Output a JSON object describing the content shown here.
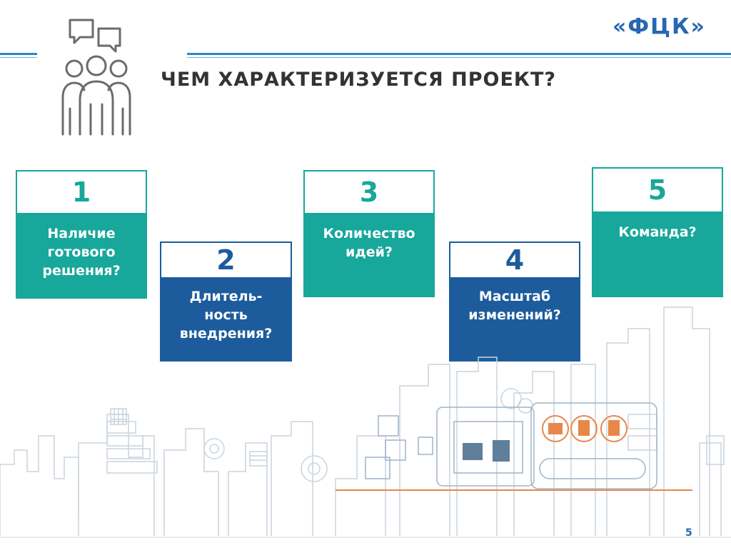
{
  "header": {
    "title": "ЧЕМ ХАРАКТЕРИЗУЕТСЯ ПРОЕКТ?",
    "logo_text_left": "«Ф",
    "logo_text_right": "ЦК»",
    "people_icon": "people-discussion-icon"
  },
  "cards": [
    {
      "number": "1",
      "text": "Наличие\nготового\nрешения?"
    },
    {
      "number": "2",
      "text": "Длитель-\nность\nвнедрения?"
    },
    {
      "number": "3",
      "text": "Количество\nидей?"
    },
    {
      "number": "4",
      "text": "Масштаб\nизменений?"
    },
    {
      "number": "5",
      "text": "Команда?"
    }
  ],
  "footer": {
    "page_number": "5"
  },
  "colors": {
    "teal": "#17a79b",
    "blue": "#1c5c9c",
    "brand_blue": "#2767b0",
    "brand_red": "#e23b3b",
    "title": "#333333",
    "city_line": "#c9d4de",
    "city_orange": "#e8874a"
  }
}
